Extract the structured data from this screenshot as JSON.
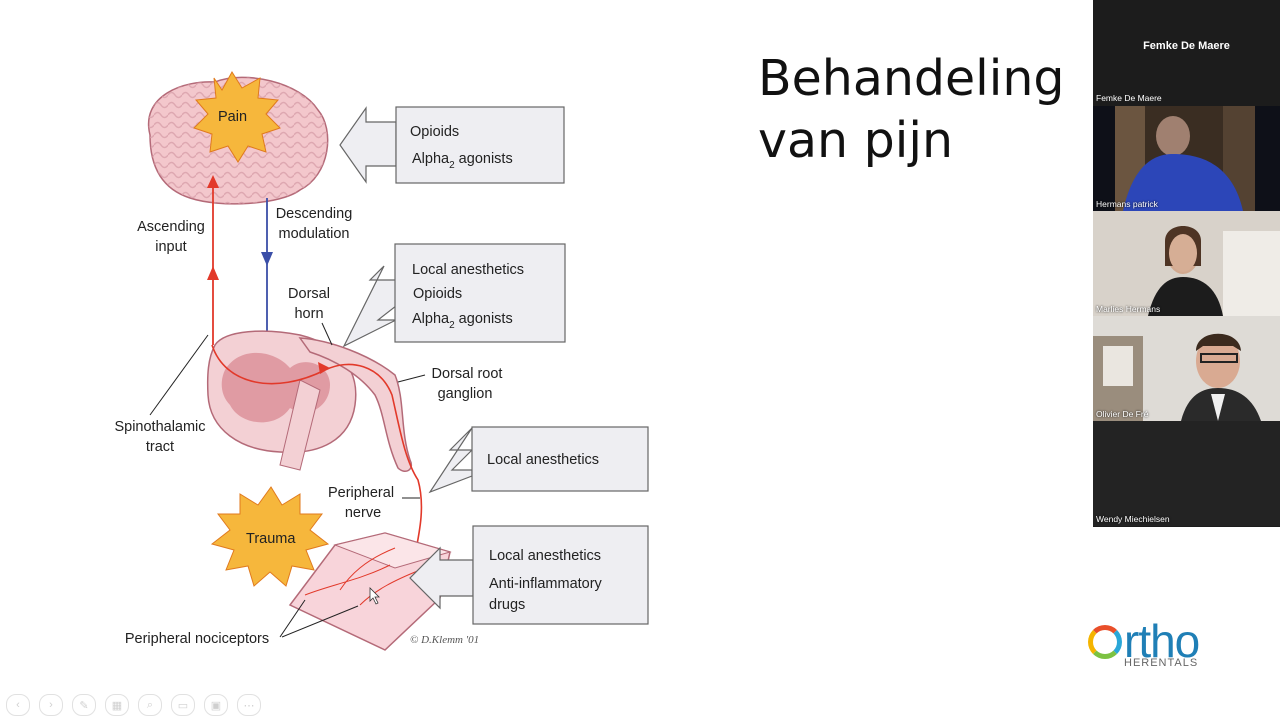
{
  "slide": {
    "title_line1": "Behandeling",
    "title_line2": "van pijn",
    "diagram": {
      "pain": "Pain",
      "trauma": "Trauma",
      "ascending_1": "Ascending",
      "ascending_2": "input",
      "descending_1": "Descending",
      "descending_2": "modulation",
      "dorsal_horn_1": "Dorsal",
      "dorsal_horn_2": "horn",
      "drg_1": "Dorsal root",
      "drg_2": "ganglion",
      "spino_1": "Spinothalamic",
      "spino_2": "tract",
      "periph_nerve_1": "Peripheral",
      "periph_nerve_2": "nerve",
      "nociceptors": "Peripheral nociceptors",
      "credit": "© D.Klemm '01",
      "box1_line1": "Opioids",
      "box1_line2": "Alpha",
      "box1_line2_sub": "2",
      "box1_line2_rest": " agonists",
      "box2_line1": "Local anesthetics",
      "box2_line2": "Opioids",
      "box2_line3": "Alpha",
      "box2_line3_sub": "2",
      "box2_line3_rest": " agonists",
      "box3_line1": "Local anesthetics",
      "box4_line1": "Local anesthetics",
      "box4_line2": "Anti-inflammatory",
      "box4_line3": "drugs"
    }
  },
  "logo": {
    "text": "rtho",
    "sub": "HERENTALS"
  },
  "video_panel": {
    "active_speaker": "Femke De Maere",
    "participants": [
      {
        "name": "Femke De Maere"
      },
      {
        "name": "Hermans patrick"
      },
      {
        "name": "Marlies Hermans"
      },
      {
        "name": "Olivier De Fré"
      },
      {
        "name": "Wendy Miechielsen"
      }
    ]
  },
  "colors": {
    "accent_red": "#e2392a",
    "accent_blue": "#3b4fa8",
    "star_fill": "#f6b73c",
    "box_fill": "#eeeef2"
  }
}
